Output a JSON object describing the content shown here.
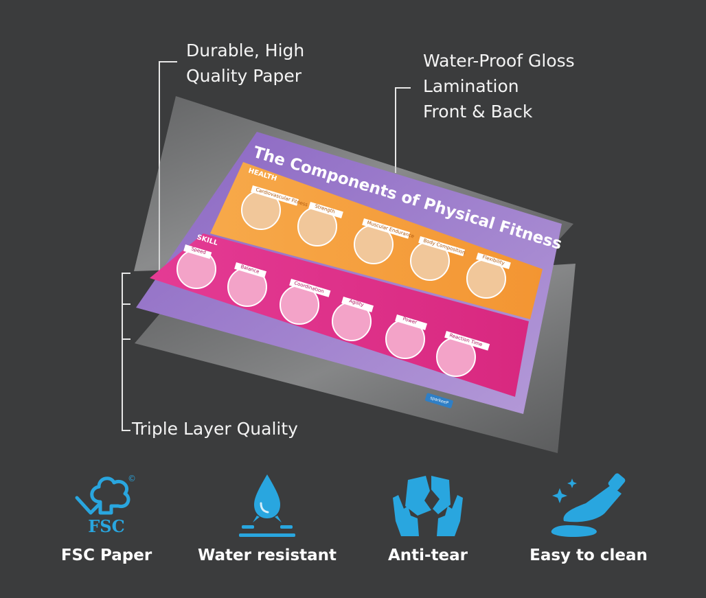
{
  "callouts": {
    "paper": [
      "Durable, High",
      "Quality Paper"
    ],
    "lamination": [
      "Water-Proof Gloss",
      "Lamination",
      "Front & Back"
    ],
    "triple": "Triple Layer Quality"
  },
  "poster": {
    "title": "The Components of Physical Fitness",
    "health_label": "HEALTH",
    "skill_label": "SKILL",
    "health_items": [
      "Cardiovascular Fitness",
      "Strength",
      "Muscular Endurance",
      "Body Composition",
      "Flexibility"
    ],
    "skill_items": [
      "Speed",
      "Balance",
      "Coordination",
      "Agility",
      "Power",
      "Reaction Time"
    ],
    "brand": "sparkeeP"
  },
  "features": [
    {
      "label": "FSC Paper",
      "icon": "fsc-tree-icon",
      "icon_text": "FSC",
      "mark": "©"
    },
    {
      "label": "Water resistant",
      "icon": "water-drop-icon"
    },
    {
      "label": "Anti-tear",
      "icon": "torn-paper-hands-icon"
    },
    {
      "label": "Easy to clean",
      "icon": "wiping-hand-sparkle-icon"
    }
  ],
  "colors": {
    "background": "#3b3c3d",
    "icon_blue": "#29a6df",
    "poster_purple": "#8c6cc4",
    "poster_orange": "#f39b35",
    "poster_pink": "#e0318a"
  }
}
